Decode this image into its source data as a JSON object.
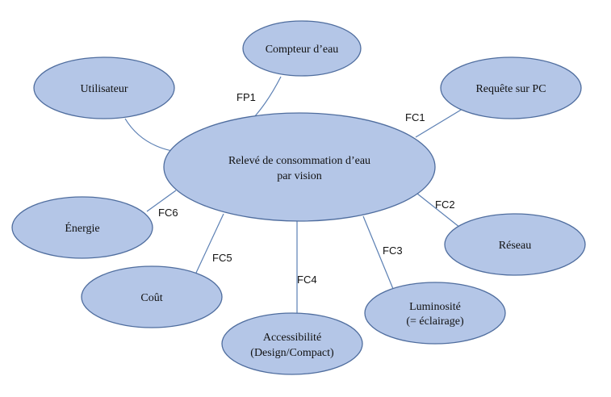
{
  "diagram": {
    "central": {
      "line1": "Relevé de consommation d’eau",
      "line2": "par vision"
    },
    "nodes": {
      "compteur": "Compteur d’eau",
      "utilisateur": "Utilisateur",
      "requete": "Requête sur PC",
      "reseau": "Réseau",
      "luminosite_line1": "Luminosité",
      "luminosite_line2": "(= éclairage)",
      "accessibilite_line1": "Accessibilité",
      "accessibilite_line2": "(Design/Compact)",
      "cout": "Coût",
      "energie": "Énergie"
    },
    "edge_labels": {
      "fp1": "FP1",
      "fc1": "FC1",
      "fc2": "FC2",
      "fc3": "FC3",
      "fc4": "FC4",
      "fc5": "FC5",
      "fc6": "FC6"
    }
  }
}
